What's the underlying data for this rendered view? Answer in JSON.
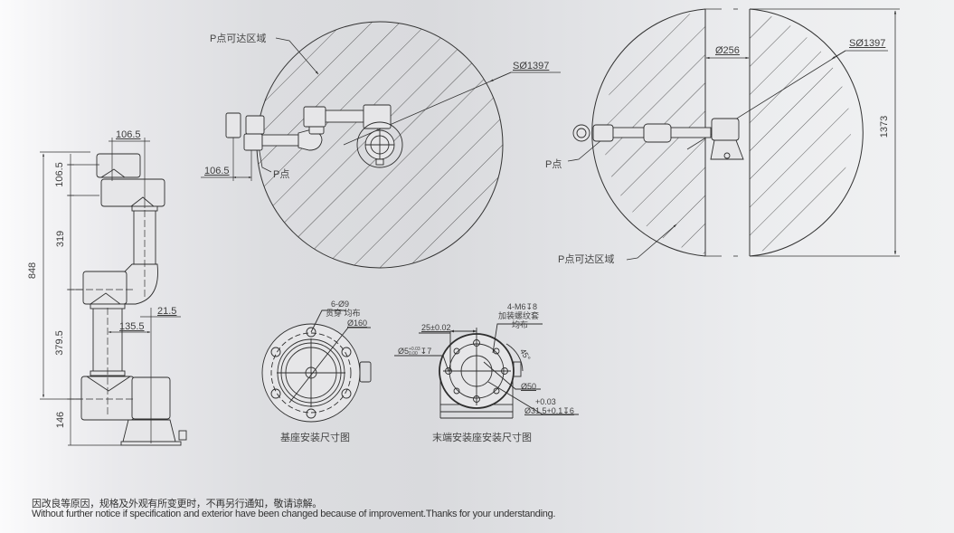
{
  "side_view": {
    "dims": {
      "top_horizontal": "106.5",
      "top_vertical": "106.5",
      "upper_arm": "319",
      "total_height": "848",
      "forearm": "379.5",
      "base_height": "146",
      "offset_small": "21.5",
      "offset_mid": "135.5"
    }
  },
  "top_view_left": {
    "reach_label": "P点可达区域",
    "sphere_dim": "SØ1397",
    "point_label": "P点",
    "offset_dim": "106.5"
  },
  "top_view_right": {
    "inner_dim": "Ø256",
    "sphere_dim": "SØ1397",
    "height_dim": "1373",
    "point_label": "P点",
    "reach_label": "P点可达区域"
  },
  "base_mount": {
    "holes_line1": "6-Ø9",
    "holes_line2": "贯穿 均布",
    "pcd": "Ø160",
    "caption": "基座安装尺寸图"
  },
  "end_mount": {
    "thread_line1": "4-M6↧8",
    "thread_line2": "加装螺纹套",
    "thread_line3": "均布",
    "spacing": "25±0.02",
    "pin_hole": "Ø5",
    "pin_tol_upper": "+0.03",
    "pin_tol_lower": "0.00",
    "pin_depth": "↧7",
    "angle": "45°",
    "outer_dia": "Ø50",
    "bore_tol": "+0.03",
    "bore": "Ø31.5+0.1↧6",
    "caption": "末端安装座安装尺寸图"
  },
  "notice": {
    "zh": "因改良等原因，规格及外观有所变更时，不再另行通知，敬请谅解。",
    "en": "Without further notice if specification and exterior have been changed because of improvement.Thanks for your understanding."
  },
  "colors": {
    "line": "#3a3a3a",
    "hatch": "#4a4a4a",
    "robot_fill": "#e4e4e6"
  }
}
